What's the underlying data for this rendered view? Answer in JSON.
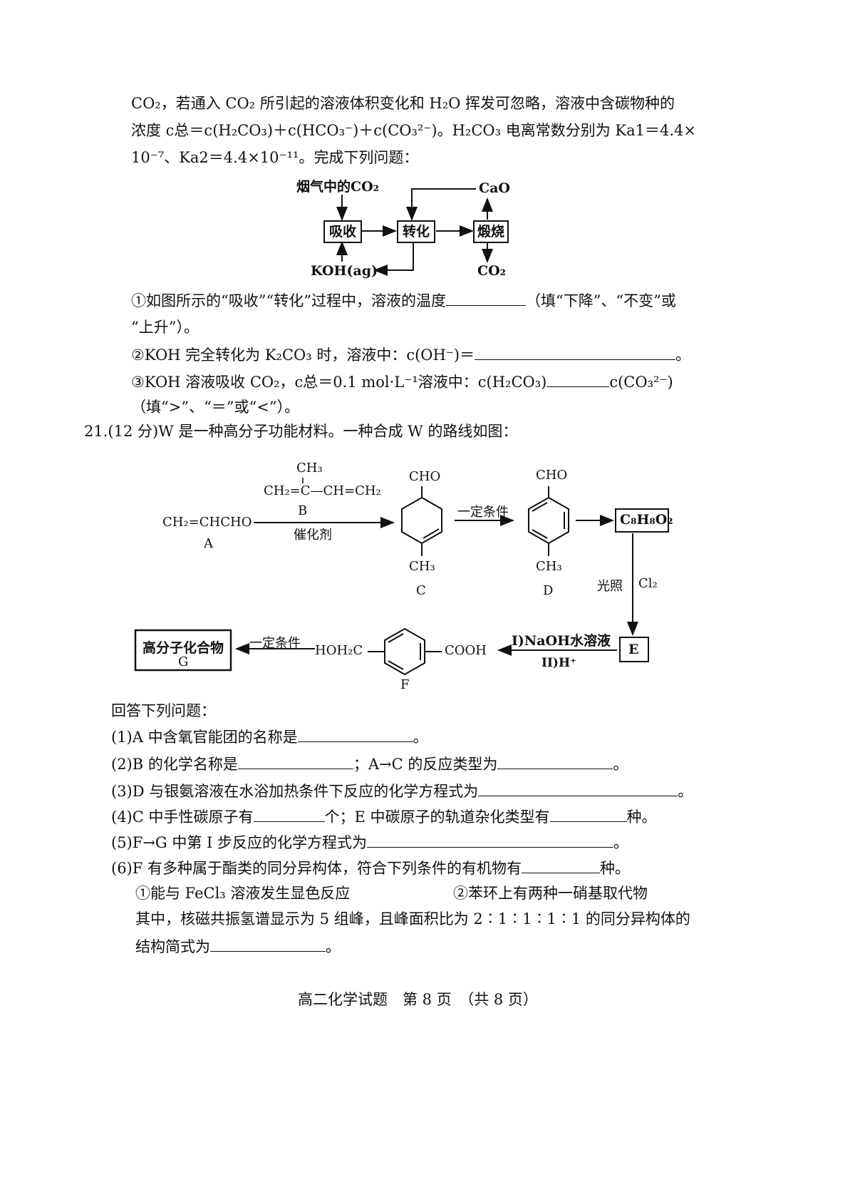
{
  "intro": {
    "l1": "CO₂，若通入 CO₂ 所引起的溶液体积变化和 H₂O 挥发可忽略，溶液中含碳物种的",
    "l2": "浓度 c总＝c(H₂CO₃)＋c(HCO₃⁻)＋c(CO₃²⁻)。H₂CO₃ 电离常数分别为 Ka1＝4.4×",
    "l3": "10⁻⁷、Ka2＝4.4×10⁻¹¹。完成下列问题："
  },
  "flow": {
    "input_co2": "烟气中的CO₂",
    "absorb": "吸收",
    "convert": "转化",
    "calcine": "煅烧",
    "cao": "CaO",
    "co2_out": "CO₂",
    "koh": "KOH(ag)"
  },
  "q20": {
    "p1_a": "①如图所示的“吸收”“转化”过程中，溶液的温度",
    "p1_b": "（填“下降”、“不变”或",
    "p1_c": "“上升”）。",
    "p2_a": "②KOH 完全转化为 K₂CO₃ 时，溶液中：c(OH⁻)＝",
    "p2_b": "。",
    "p3_a": "③KOH 溶液吸收 CO₂，c总＝0.1 mol·L⁻¹溶液中：c(H₂CO₃)",
    "p3_b": "c(CO₃²⁻)",
    "p3_c": "（填“>”、“＝”或“<”）。"
  },
  "q21": {
    "header": "21.(12 分)W 是一种高分子功能材料。一种合成 W 的路线如图：",
    "scheme": {
      "A_formula": "CH₂=CHCHO",
      "A_label": "A",
      "B_ch3": "CH₃",
      "B_formula": "CH₂=C—CH=CH₂",
      "B_label": "B",
      "catalyst": "催化剂",
      "C_cho": "CHO",
      "C_ch3": "CH₃",
      "C_label": "C",
      "cond1": "一定条件",
      "D_cho": "CHO",
      "D_ch3": "CH₃",
      "D_label": "D",
      "C8H8O2": "C₈H₈O₂",
      "light": "光照",
      "cl2": "Cl₂",
      "E_label": "E",
      "step_i": "I)NaOH水溶液",
      "step_ii": "II)H⁺",
      "F_left": "HOH₂C",
      "F_right": "COOH",
      "F_label": "F",
      "cond2": "一定条件",
      "G_name": "高分子化合物",
      "G_label": "G"
    },
    "answer_intro": "回答下列问题：",
    "s1_a": "(1)A 中含氧官能团的名称是",
    "s1_b": "。",
    "s2_a": "(2)B 的化学名称是",
    "s2_b": "；A→C 的反应类型为",
    "s2_c": "。",
    "s3_a": "(3)D 与银氨溶液在水浴加热条件下反应的化学方程式为",
    "s3_b": "。",
    "s4_a": "(4)C 中手性碳原子有",
    "s4_b": "个；E 中碳原子的轨道杂化类型有",
    "s4_c": "种。",
    "s5_a": "(5)F→G 中第 I 步反应的化学方程式为",
    "s5_b": "。",
    "s6_a": "(6)F 有多种属于酯类的同分异构体，符合下列条件的有机物有",
    "s6_b": "种。",
    "cond_1": "①能与 FeCl₃ 溶液发生显色反应",
    "cond_2": "②苯环上有两种一硝基取代物",
    "s6_c": "其中，核磁共振氢谱显示为 5 组峰，且峰面积比为 2∶1∶1∶1∶1 的同分异构体的",
    "s6_d": "结构简式为",
    "s6_e": "。"
  },
  "footer": "高二化学试题　第 8 页　（共 8 页）"
}
